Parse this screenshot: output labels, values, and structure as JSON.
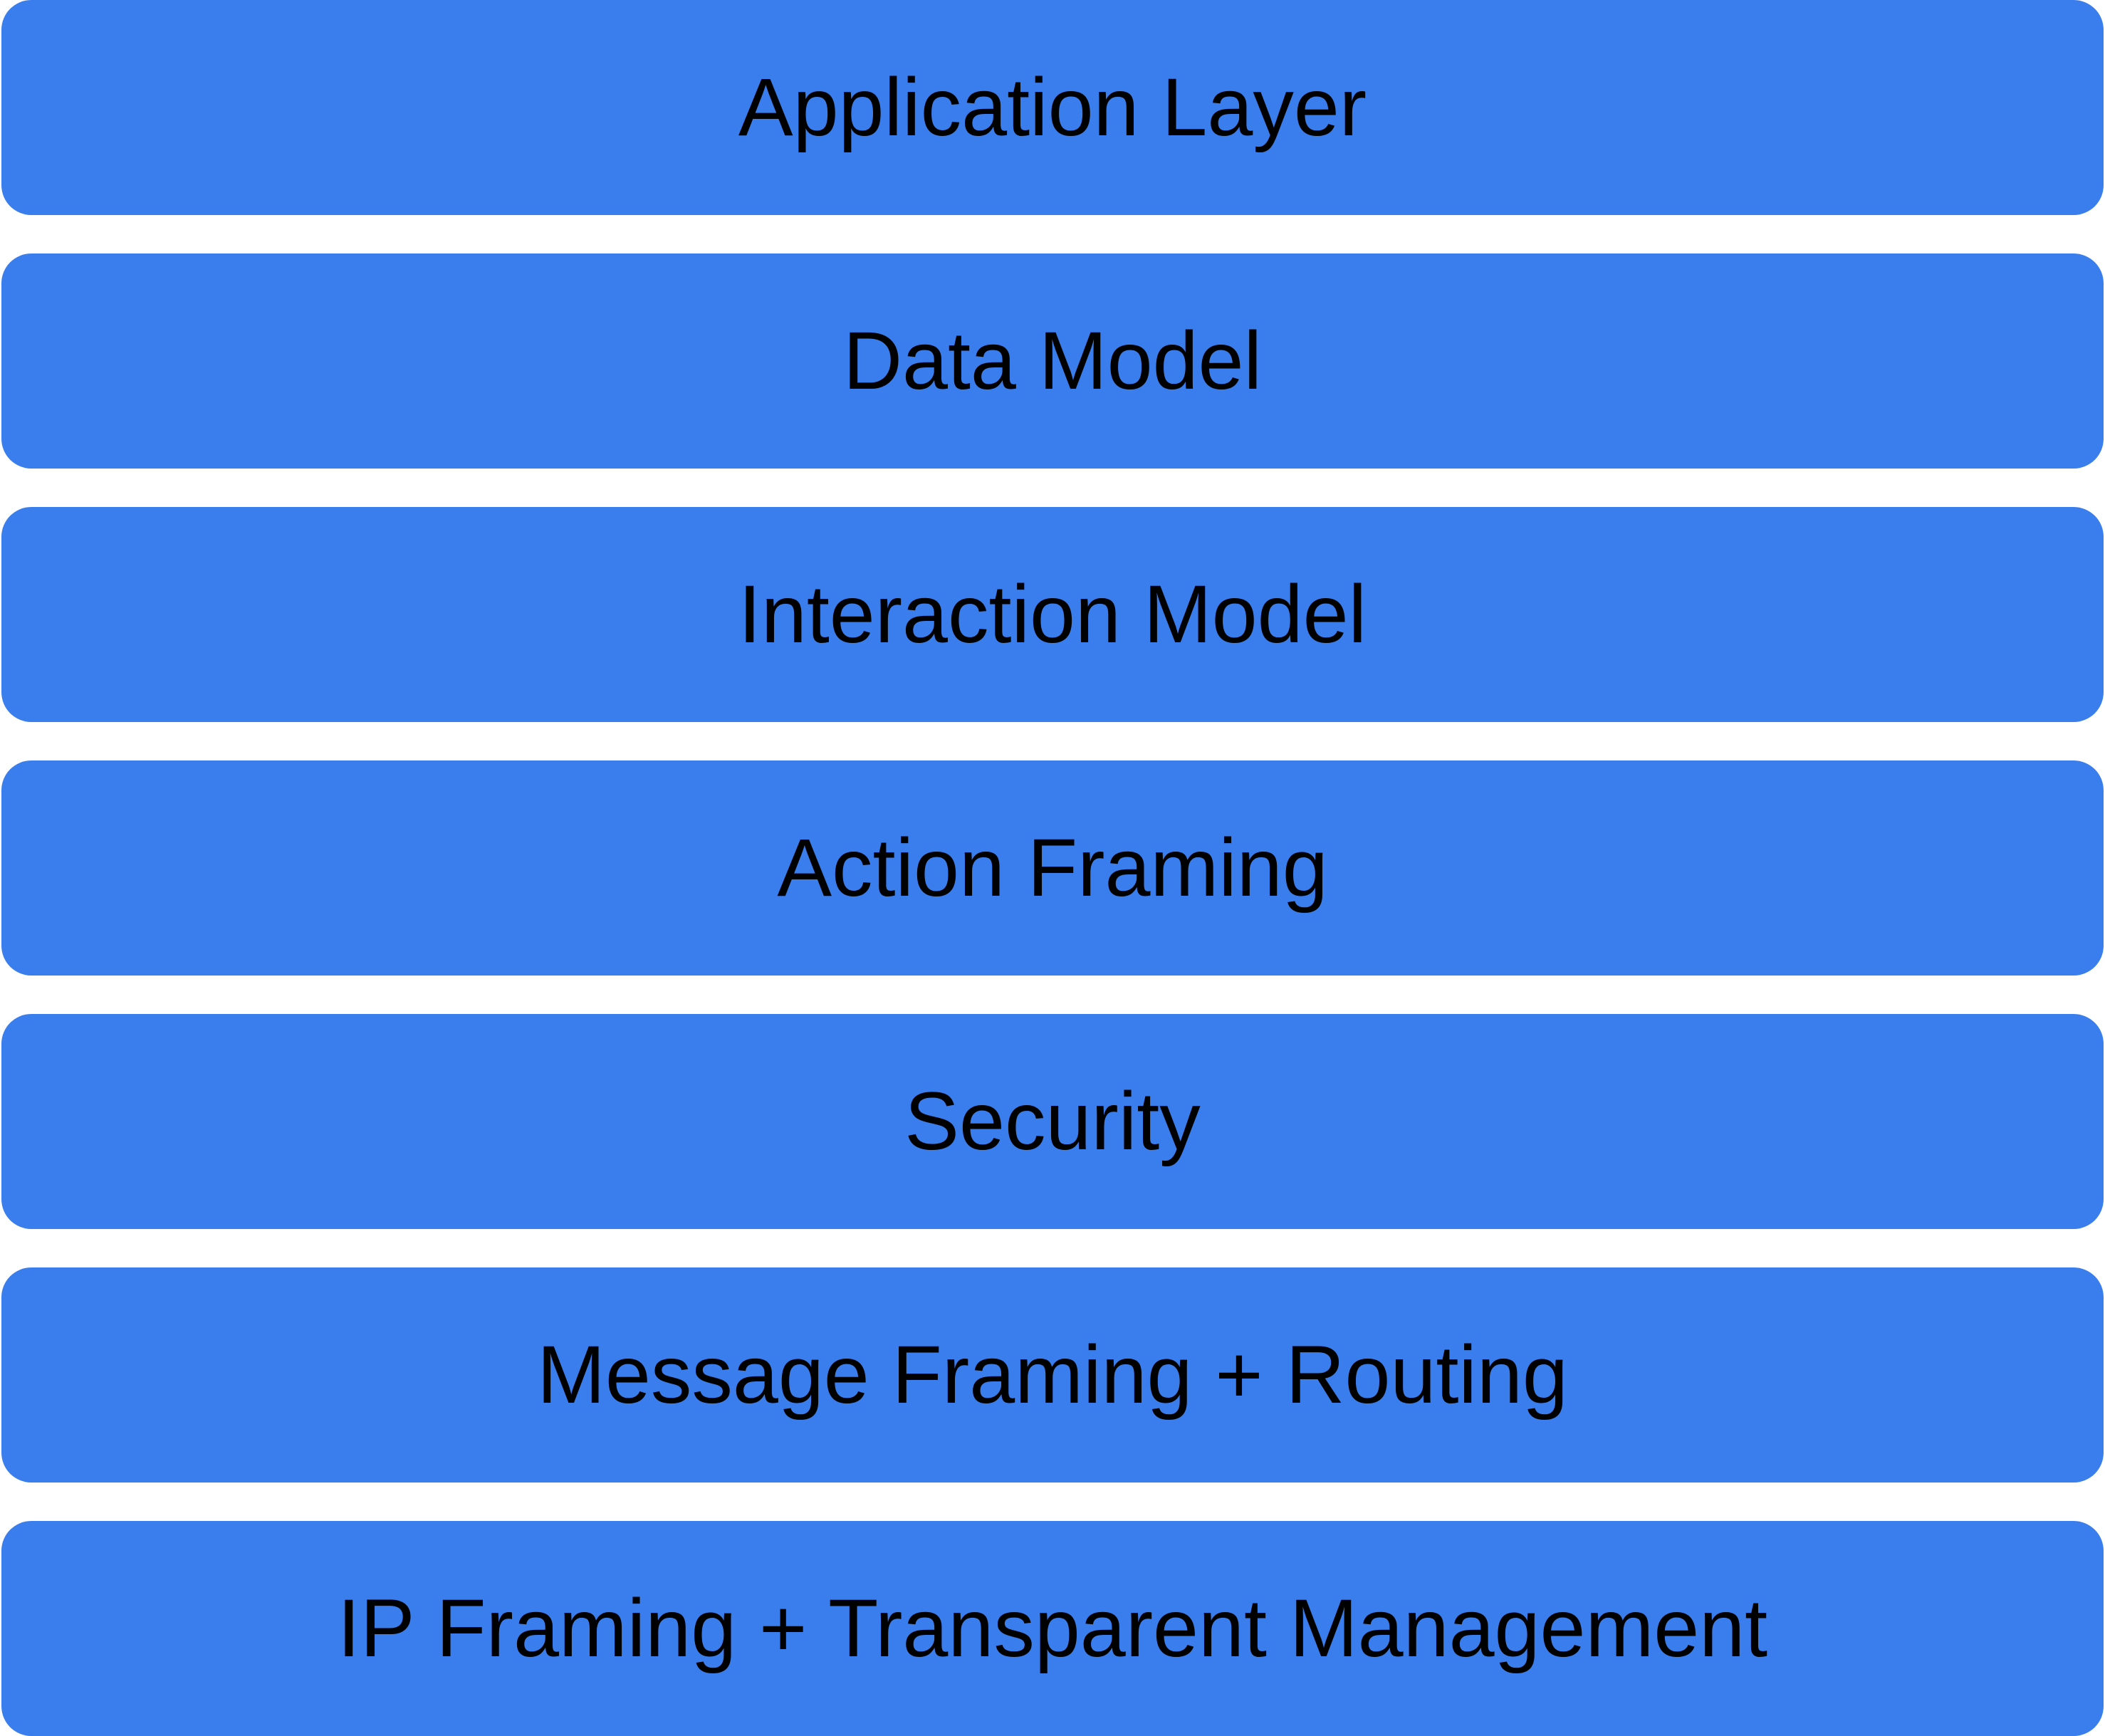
{
  "diagram": {
    "type": "stack-diagram",
    "description": "Vertical protocol stack of seven rounded rectangular layers",
    "layers": [
      {
        "id": "application-layer",
        "label": "Application Layer"
      },
      {
        "id": "data-model",
        "label": "Data Model"
      },
      {
        "id": "interaction-model",
        "label": "Interaction Model"
      },
      {
        "id": "action-framing",
        "label": "Action Framing"
      },
      {
        "id": "security",
        "label": "Security"
      },
      {
        "id": "message-framing-routing",
        "label": "Message Framing + Routing"
      },
      {
        "id": "ip-framing-transparent-management",
        "label": "IP Framing + Transparent Management"
      }
    ],
    "colors": {
      "bar_fill": "#3A7DEC",
      "text": "#000000",
      "background": "#FFFFFF"
    }
  }
}
